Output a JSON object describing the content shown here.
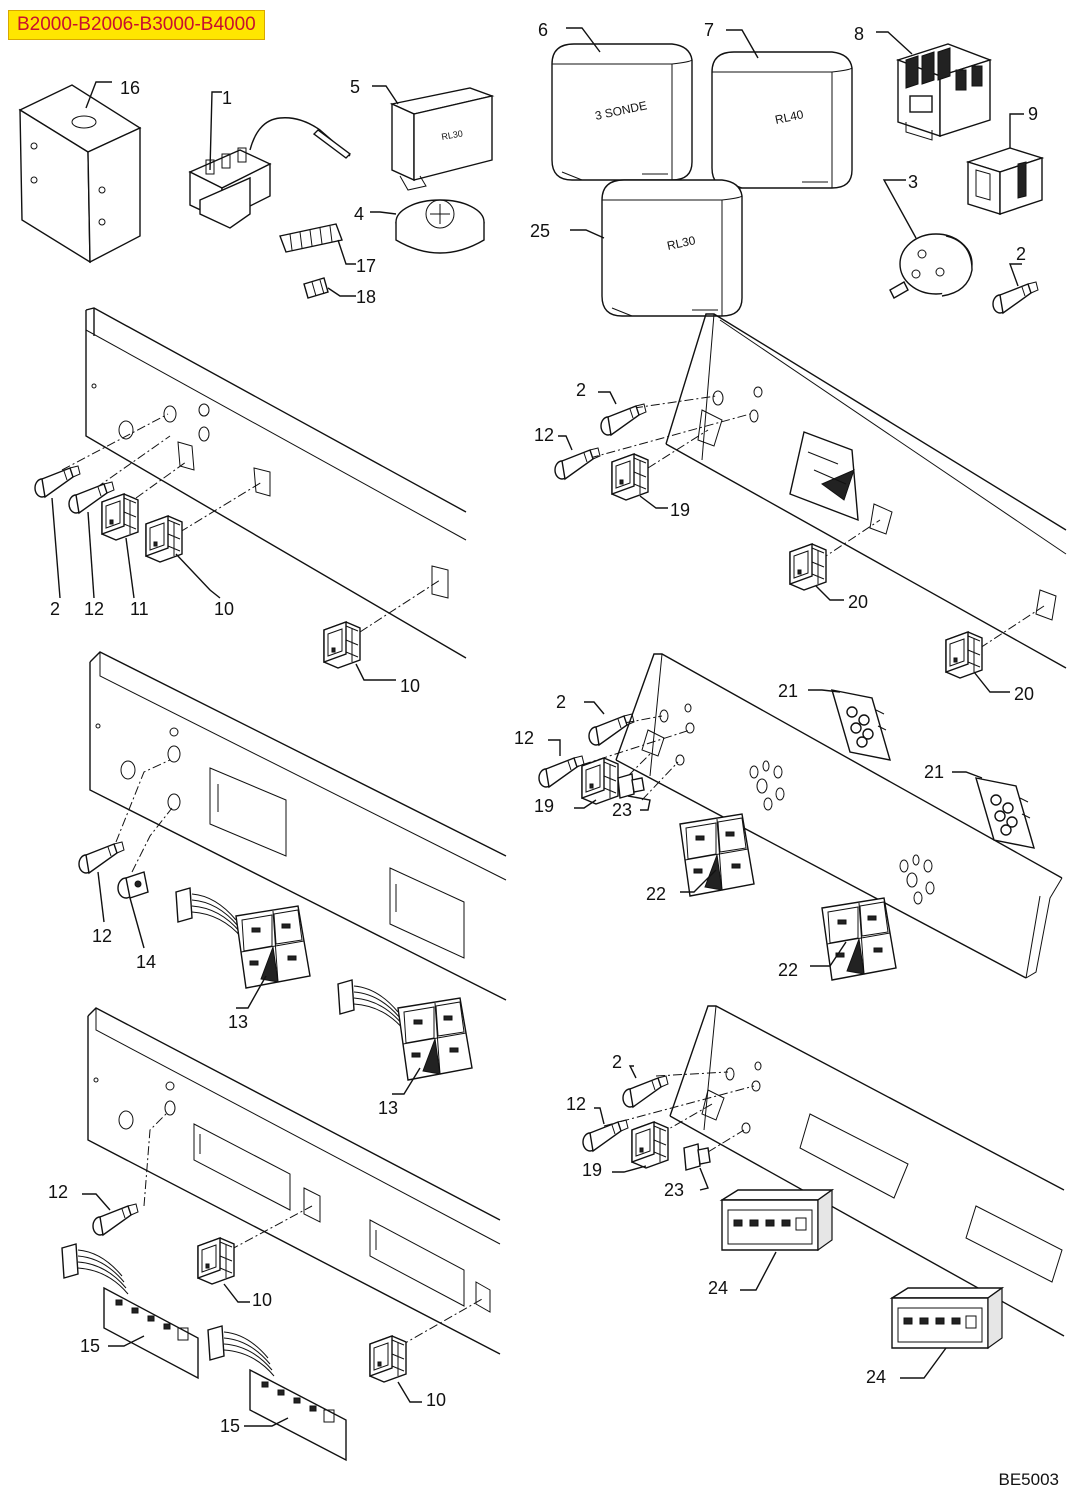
{
  "header": {
    "title": "B2000-B2006-B3000-B4000"
  },
  "footer": {
    "code": "BE5003"
  },
  "components": {
    "box_16": {
      "number": "16"
    },
    "thermostat_1": {
      "number": "1"
    },
    "relay_5": {
      "number": "5",
      "label": "RL30"
    },
    "timer_4": {
      "number": "4"
    },
    "terminal_17": {
      "number": "17"
    },
    "terminal_18": {
      "number": "18"
    },
    "relay_6": {
      "number": "6",
      "label": "3 SONDE"
    },
    "relay_7": {
      "number": "7",
      "label": "RL40"
    },
    "relay_25": {
      "number": "25",
      "label": "RL30"
    },
    "contactor_8": {
      "number": "8"
    },
    "relay_9": {
      "number": "9"
    },
    "selector_3": {
      "number": "3"
    },
    "lamp_2": {
      "number": "2"
    }
  },
  "panel_a": {
    "callouts": [
      "2",
      "12",
      "11",
      "10",
      "10"
    ]
  },
  "panel_b": {
    "callouts": [
      "2",
      "12",
      "19",
      "20",
      "20"
    ]
  },
  "panel_c": {
    "callouts": [
      "12",
      "14",
      "13",
      "13"
    ]
  },
  "panel_d": {
    "callouts": [
      "2",
      "12",
      "19",
      "23",
      "21",
      "21",
      "22",
      "22"
    ]
  },
  "panel_e": {
    "callouts": [
      "12",
      "10",
      "10",
      "15",
      "15"
    ]
  },
  "panel_f": {
    "callouts": [
      "2",
      "12",
      "19",
      "23",
      "24",
      "24"
    ]
  },
  "colors": {
    "badge_fill": "#ffe600",
    "badge_text": "#c8102e",
    "line": "#111111"
  }
}
